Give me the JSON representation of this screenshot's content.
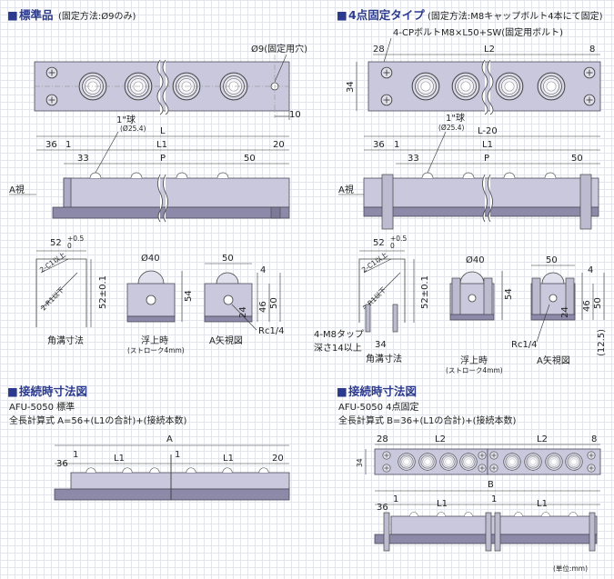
{
  "sections": {
    "standard": {
      "bullet": "■",
      "title": "標準品",
      "note": "(固定方法:Ø9のみ)"
    },
    "fixed4": {
      "bullet": "■",
      "title": "4点固定タイプ",
      "note": "(固定方法:M8キャップボルト4本にて固定)"
    },
    "conn_std": {
      "bullet": "■",
      "title": "接続時寸法図",
      "model": "AFU-5050 標準",
      "formula": "全長計算式  A=56+(L1の合計)+(接続本数)"
    },
    "conn_4pt": {
      "bullet": "■",
      "title": "接続時寸法図",
      "model": "AFU-5050 4点固定",
      "formula": "全長計算式  B=36+(L1の合計)+(接続本数)"
    }
  },
  "labels": {
    "hole9": "Ø9(固定用穴)",
    "ten": "10",
    "L": "L",
    "L20": "L-20",
    "L1": "L1",
    "L2": "L2",
    "P": "P",
    "n36": "36",
    "n1": "1",
    "n20": "20",
    "n33": "33",
    "n50": "50",
    "n28": "28",
    "n8": "8",
    "n34": "34",
    "ball": "1\"球",
    "ball_d": "(Ø25.4)",
    "view_a": "A視",
    "bolt_note": "4-CPボルトM8×L50+SW(固定用ボルト)",
    "angle": "52",
    "angle_tol_top": "+0.5",
    "angle_tol_bot": "0",
    "c1": "2-C1以上",
    "r1": "2-R1以下",
    "h52": "52±0.1",
    "d40": "Ø40",
    "h54": "54",
    "w50": "50",
    "n4": "4",
    "n46": "46",
    "n24": "24",
    "v50": "50",
    "rc": "Rc1/4",
    "h125": "(12.5)",
    "cap_groove": "角溝寸法",
    "cap_float": "浮上時",
    "cap_stroke": "(ストローク4mm)",
    "cap_a": "A矢視図",
    "m8tap": "4-M8タップ",
    "m8depth": "深さ14以上",
    "A": "A",
    "B": "B",
    "unit": "(単位:mm)"
  }
}
